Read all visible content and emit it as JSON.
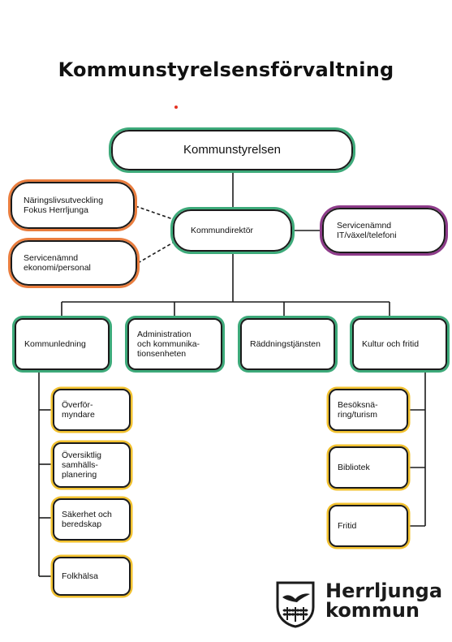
{
  "title": "Kommunstyrelsensförvaltning",
  "colors": {
    "green": "#3daa7a",
    "orange": "#e97d3e",
    "purple": "#8e3b8a",
    "yellow": "#f2c12e",
    "outline": "#1b1b1b",
    "dot": "#e53222"
  },
  "nodes": {
    "kommunstyrelsen": "Kommunstyrelsen",
    "kommundirektor": "Kommundirektör",
    "naringsliv": [
      "Näringslivsutveckling",
      "Fokus Herrljunga"
    ],
    "servicenamnd_ekonomi": [
      "Servicenämnd",
      "ekonomi/personal"
    ],
    "servicenamnd_it": [
      "Servicenämnd",
      "IT/växel/telefoni"
    ],
    "kommunledning": "Kommunledning",
    "administration": [
      "Administration",
      "och kommunika-",
      "tionsenheten"
    ],
    "raddningstjansten": "Räddningstjänsten",
    "kultur": "Kultur och fritid",
    "overformyndare": [
      "Överför-",
      "myndare"
    ],
    "oversiktlig": [
      "Översiktlig",
      "samhälls-",
      "planering"
    ],
    "sakerhet": [
      "Säkerhet och",
      "beredskap"
    ],
    "folkhalsa": "Folkhälsa",
    "besoksnaring": [
      "Besöksnä-",
      "ring/turism"
    ],
    "bibliotek": "Bibliotek",
    "fritid": "Fritid"
  },
  "logo": {
    "name": [
      "Herrljunga",
      "kommun"
    ],
    "icon": "herrljunga-coat-of-arms-icon"
  }
}
